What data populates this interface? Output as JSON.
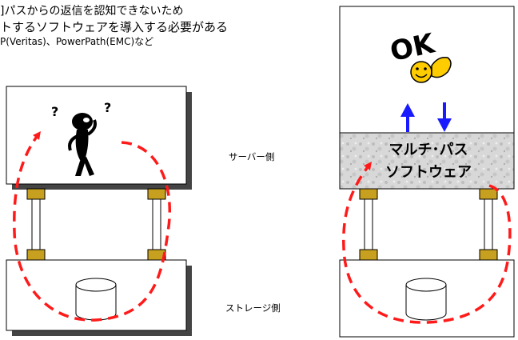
{
  "intro": {
    "line1": "]パスからの返信を認知できないため",
    "line2": "トするソフトウェアを導入する必要がある",
    "line3": "P(Veritas)、PowerPath(EMC)など"
  },
  "labels": {
    "server_side": "サーバー側",
    "storage_side": "ストレージ側"
  },
  "right": {
    "ok_text": "OK",
    "software_line1": "マルチ･パス",
    "software_line2": "ソフトウェア"
  },
  "left": {
    "confused_marks": [
      "?",
      "?"
    ]
  },
  "colors": {
    "path_arrow": "#ff1a1a",
    "connector": "#c8a020",
    "flow_arrow": "#1a1aff",
    "smiley": "#ffcc00",
    "shadow": "#444444"
  }
}
